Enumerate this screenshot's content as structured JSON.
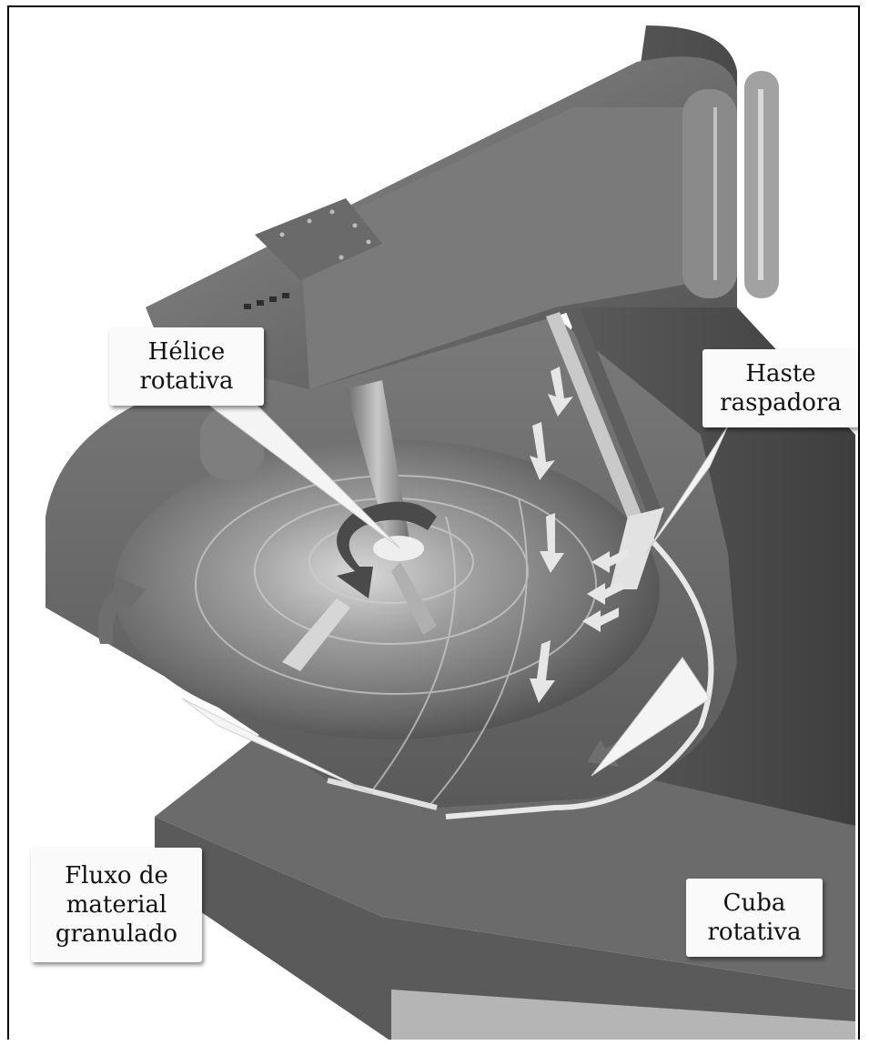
{
  "labels": {
    "helice": {
      "lines": [
        "Hélice",
        "rotativa"
      ]
    },
    "haste": {
      "lines": [
        "Haste",
        "raspadora"
      ]
    },
    "fluxo": {
      "lines": [
        "Fluxo de",
        "material",
        "granulado"
      ]
    },
    "cuba": {
      "lines": [
        "Cuba",
        "rotativa"
      ]
    }
  },
  "colors": {
    "body_dark": "#5a5a5a",
    "body_mid": "#777777",
    "body_light": "#9a9a9a",
    "bowl_interior": "#8a8a8a",
    "arrow_light": "#e6e6e6",
    "arrow_dark": "#4a4a4a"
  }
}
